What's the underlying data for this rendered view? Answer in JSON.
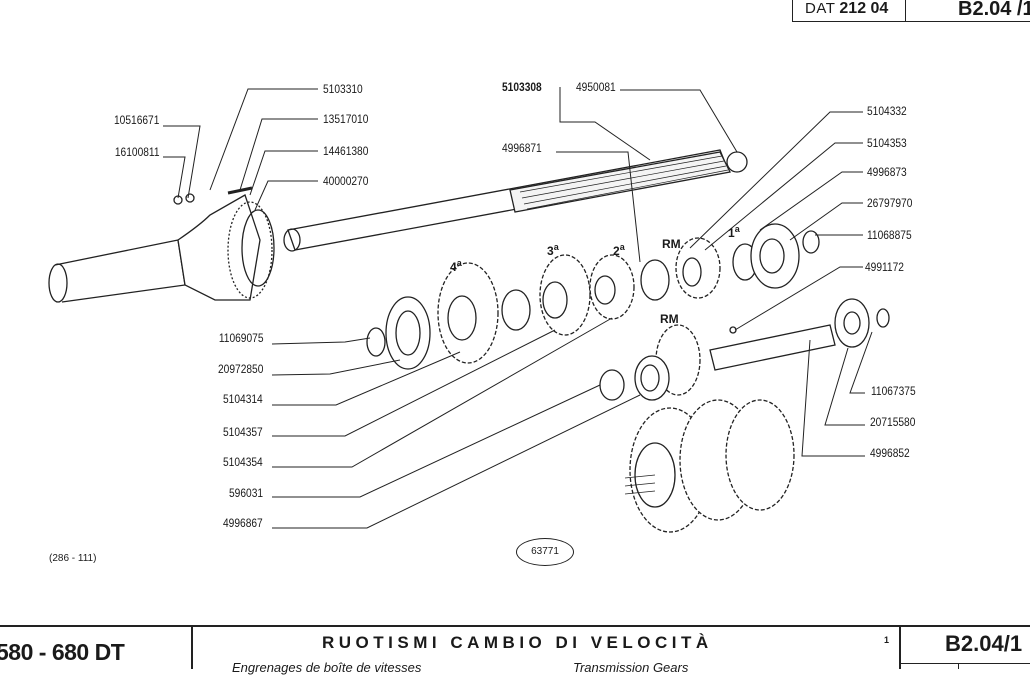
{
  "header": {
    "dat_prefix": "DAT",
    "dat_number": "212 04",
    "page_ref": "B2.04 /1"
  },
  "drawing": {
    "part_labels_left_top": [
      {
        "id": "10516671"
      },
      {
        "id": "16100811"
      }
    ],
    "part_labels_top": [
      {
        "id": "5103310"
      },
      {
        "id": "13517010"
      },
      {
        "id": "14461380"
      },
      {
        "id": "40000270"
      }
    ],
    "assembly_label": "5103308",
    "part_labels_center_top": [
      {
        "id": "4950081"
      },
      {
        "id": "4996871"
      }
    ],
    "part_labels_right": [
      {
        "id": "5104332"
      },
      {
        "id": "5104353"
      },
      {
        "id": "4996873"
      },
      {
        "id": "26797970"
      },
      {
        "id": "11068875"
      },
      {
        "id": "4991172"
      },
      {
        "id": "11067375"
      },
      {
        "id": "20715580"
      },
      {
        "id": "4996852"
      }
    ],
    "part_labels_left_bottom": [
      {
        "id": "11069075"
      },
      {
        "id": "20972850"
      },
      {
        "id": "5104314"
      },
      {
        "id": "5104357"
      },
      {
        "id": "5104354"
      },
      {
        "id": "596031"
      },
      {
        "id": "4996867"
      }
    ],
    "gear_labels": {
      "fourth": "4",
      "third": "3",
      "second": "2",
      "first": "1",
      "ordinal_suffix": "a",
      "reverse_top": "RM",
      "reverse_bottom": "RM"
    },
    "figure_code": "(286 - 111)",
    "figure_number": "63771"
  },
  "footer": {
    "model": "580 - 680 DT",
    "title": "RUOTISMI CAMBIO DI VELOCITÀ",
    "subtitle_fr": "Engrenages de boîte de vitesses",
    "subtitle_en": "Transmission Gears",
    "sheet_number": "1",
    "page_ref": "B2.04/1"
  }
}
